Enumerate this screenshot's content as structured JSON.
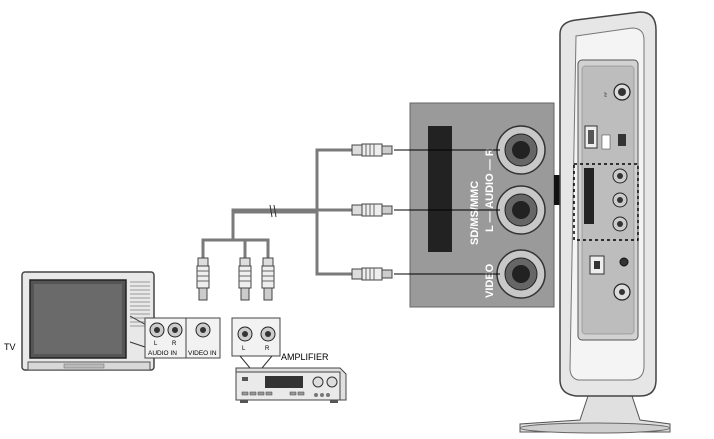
{
  "labels": {
    "tv": "TV",
    "amplifier": "AMPLIFIER",
    "tv_audio_in": "AUDIO IN",
    "tv_video_in": "VIDEO IN",
    "tv_l": "L",
    "tv_r": "R",
    "amp_l": "L",
    "amp_r": "R",
    "panel_slot": "SD/MS/MMC",
    "panel_audio": "L — AUDIO — R",
    "panel_video": "VIDEO"
  },
  "colors": {
    "panel_bg": "#9a9a9a",
    "cable": "#7a7a7a",
    "device_body": "#e6e6e6",
    "tv_screen": "#555555"
  }
}
